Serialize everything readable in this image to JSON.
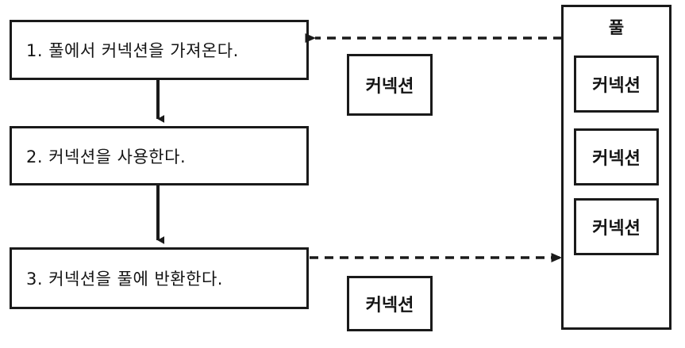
{
  "diagram": {
    "title": "Connection Pool Lifecycle Diagram",
    "language": "ko",
    "background_color": "#ffffff",
    "line_color": "#1a1a1a",
    "text_color": "#141414"
  },
  "steps": [
    {
      "label": "1. 풀에서 커넥션을 가져온다."
    },
    {
      "label": "2. 커넥션을 사용한다."
    },
    {
      "label": "3. 커넥션을 풀에 반환한다."
    }
  ],
  "floating_connections": [
    {
      "label": "커넥션"
    },
    {
      "label": "커넥션"
    }
  ],
  "pool": {
    "title": "풀",
    "connections": [
      {
        "label": "커넥션"
      },
      {
        "label": "커넥션"
      },
      {
        "label": "커넥션"
      }
    ]
  },
  "arrows": [
    {
      "name": "step1-to-step2",
      "style": "solid",
      "direction": "down"
    },
    {
      "name": "step2-to-step3",
      "style": "solid",
      "direction": "down"
    },
    {
      "name": "pool-to-step1",
      "style": "dashed",
      "direction": "left"
    },
    {
      "name": "step3-to-pool",
      "style": "dashed",
      "direction": "right"
    }
  ]
}
